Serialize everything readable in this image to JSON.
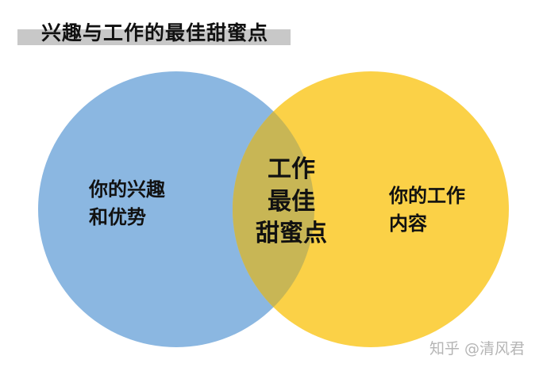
{
  "title": "兴趣与工作的最佳甜蜜点",
  "left_circle": {
    "lines": [
      "你的兴趣",
      "和优势"
    ],
    "color": "#8BB7E1"
  },
  "right_circle": {
    "lines": [
      "你的工作",
      "内容"
    ],
    "color": "#FBD147"
  },
  "overlap": {
    "lines": [
      "工作",
      "最佳",
      "甜蜜点"
    ],
    "color": "#C8B655"
  },
  "watermark": "知乎 @清风君"
}
